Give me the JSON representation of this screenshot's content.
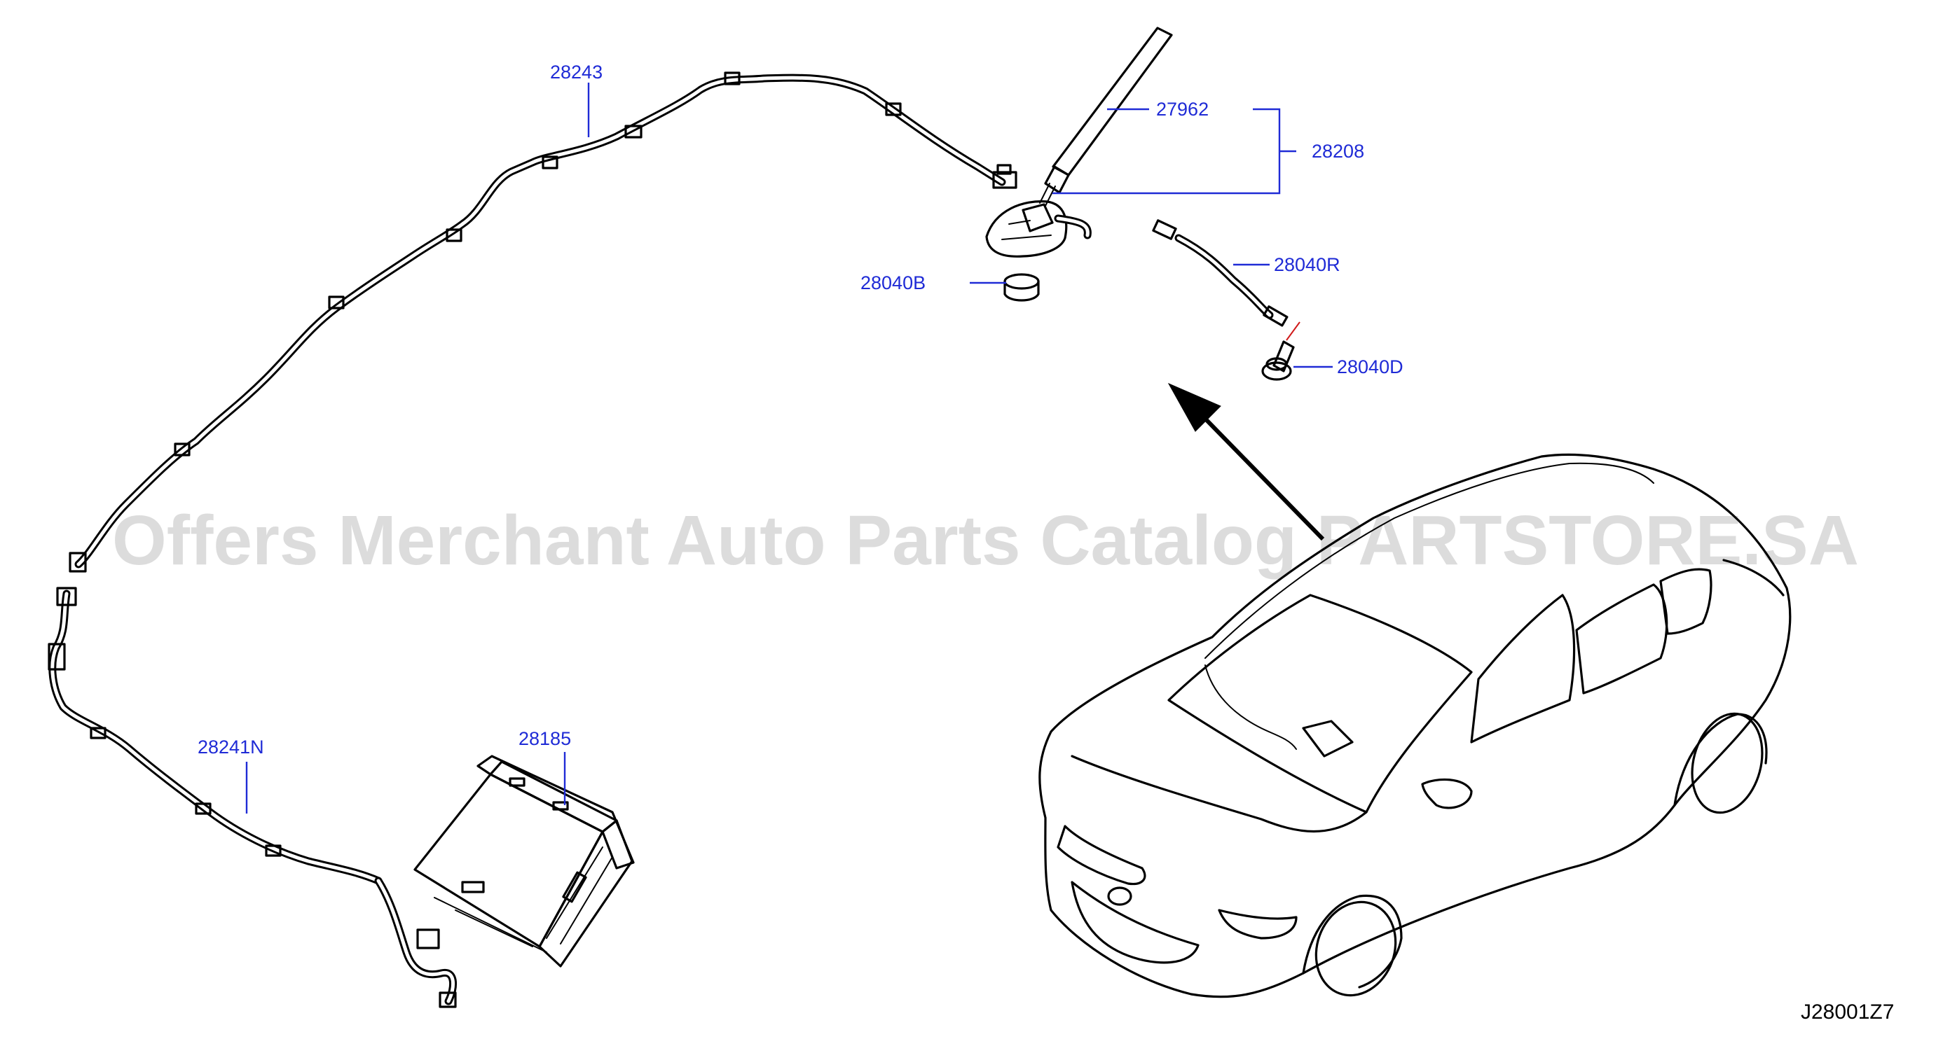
{
  "watermark": "Offers Merchant Auto Parts Catalog PARTSTORE.SA",
  "diagram_code": "J28001Z7",
  "callouts": {
    "p28243": "28243",
    "p27962": "27962",
    "p28208": "28208",
    "p28040R": "28040R",
    "p28040B": "28040B",
    "p28040D": "28040D",
    "p28241N": "28241N",
    "p28185": "28185"
  },
  "colors": {
    "callout": "#1f2bd6",
    "line": "#000000",
    "watermark": "#d6d6d6"
  },
  "icons": [
    "antenna-rod-icon",
    "antenna-base-icon",
    "coax-cable-icon",
    "bolt-icon",
    "audio-unit-icon",
    "car-outline-icon",
    "direction-arrow-icon"
  ]
}
